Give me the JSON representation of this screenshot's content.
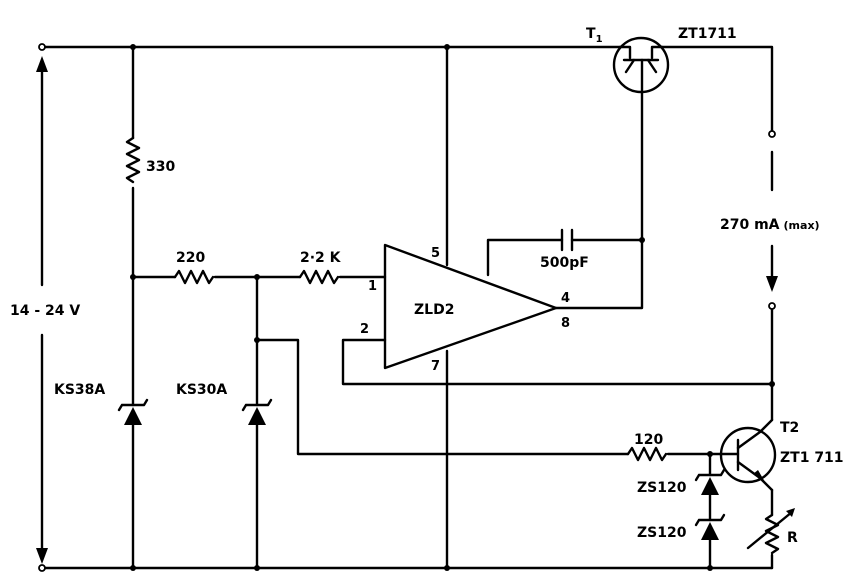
{
  "labels": {
    "supply_voltage": "14 - 24 V",
    "r1": "330",
    "r2": "220",
    "r3": "2·2 K",
    "r4": "120",
    "rv": "R",
    "cap": "500pF",
    "zener1": "KS38A",
    "zener2": "KS30A",
    "zener3": "ZS120",
    "zener4": "ZS120",
    "ic": "ZLD2",
    "pin1": "1",
    "pin2": "2",
    "pin4": "4",
    "pin5": "5",
    "pin7": "7",
    "pin8": "8",
    "t1_name": "T",
    "t1_sub": "1",
    "t1_type": "ZT1711",
    "t2_name": "T2",
    "t2_type": "ZT1 711",
    "current": "270 mA",
    "current_note": "(max)"
  }
}
